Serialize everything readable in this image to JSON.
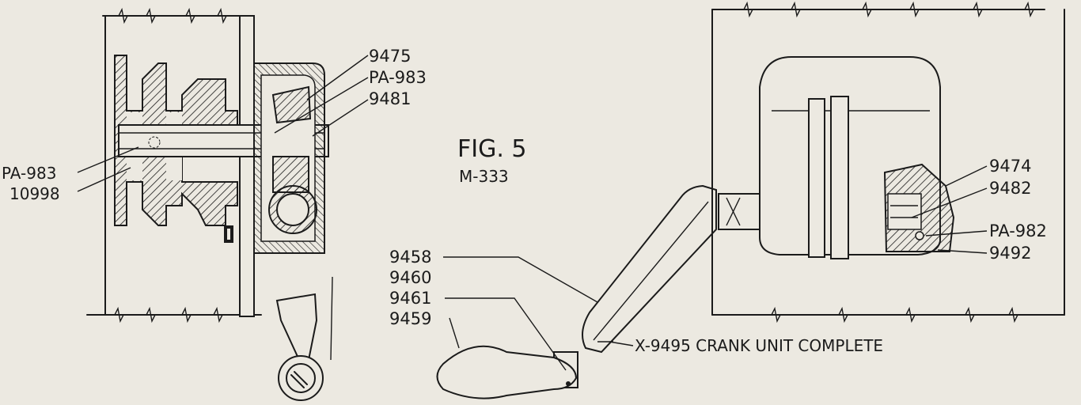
{
  "figure": {
    "title": "FIG. 5",
    "subtitle": "M-333"
  },
  "labels": {
    "left_top_1": "9475",
    "left_top_2": "PA-983",
    "left_top_3": "9481",
    "left_side_1": "PA-983",
    "left_side_2": "10998",
    "right_1": "9474",
    "right_2": "9482",
    "right_3": "PA-982",
    "right_4": "9492",
    "crank_1": "9458",
    "crank_2": "9460",
    "crank_3": "9461",
    "crank_4": "9459",
    "crank_unit": "X-9495 CRANK UNIT COMPLETE"
  },
  "colors": {
    "paper": "#ece9e1",
    "ink": "#1b1b1b"
  }
}
